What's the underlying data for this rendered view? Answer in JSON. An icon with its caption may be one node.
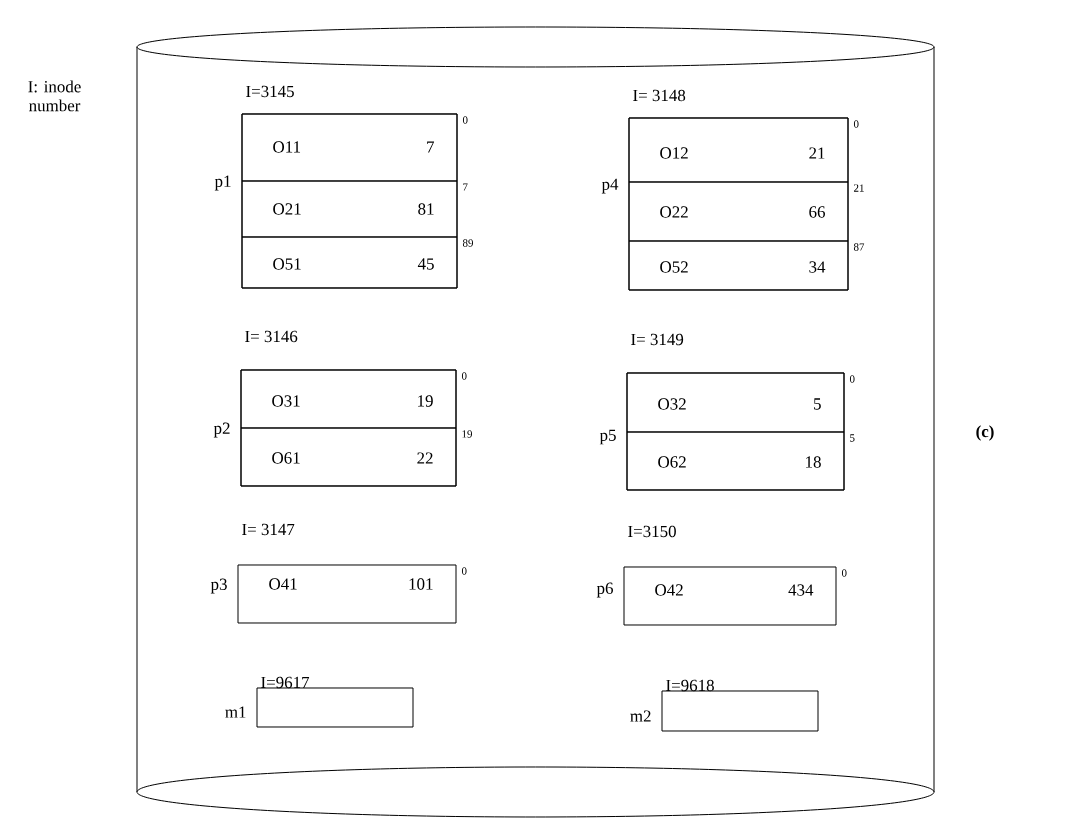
{
  "diagram": {
    "nodes": [
      {
        "text": [],
        "shape": "cylinder"
      },
      {
        "text": [
          "I=3145"
        ],
        "beside": [
          "p1",
          "0",
          "7",
          "89"
        ],
        "in": 0
      },
      {
        "text": [
          "O11",
          "7"
        ],
        "in": 1
      },
      {
        "text": [
          "O21",
          "81"
        ],
        "in": 1
      },
      {
        "text": [
          "O51",
          "45"
        ],
        "in": 1
      },
      {
        "text": [
          "I= 3148"
        ],
        "beside": [
          "p4",
          "0",
          "21",
          "87"
        ],
        "in": 0
      },
      {
        "text": [
          "O12",
          "21"
        ],
        "in": 5
      },
      {
        "text": [
          "O22",
          "66"
        ],
        "in": 5
      },
      {
        "text": [
          "O52",
          "34"
        ],
        "in": 5
      },
      {
        "text": [
          "I= 3146"
        ],
        "beside": [
          "p2",
          "0",
          "19"
        ],
        "in": 0
      },
      {
        "text": [
          "O31",
          "19"
        ],
        "in": 9
      },
      {
        "text": [
          "O61",
          "22"
        ],
        "in": 9
      },
      {
        "text": [
          "I= 3149"
        ],
        "beside": [
          "p5",
          "0",
          "5"
        ],
        "in": 0
      },
      {
        "text": [
          "O32",
          "5"
        ],
        "in": 12
      },
      {
        "text": [
          "O62",
          "18"
        ],
        "in": 12
      },
      {
        "text": [
          "I= 3147",
          "O41",
          "101"
        ],
        "beside": [
          "p3",
          "0"
        ],
        "in": 0
      },
      {
        "text": [
          "I=3150",
          "O42",
          "434"
        ],
        "beside": [
          "p6",
          "0"
        ],
        "in": 0
      },
      {
        "text": [
          "I=9617"
        ],
        "beside": [
          "m1"
        ],
        "in": 0
      },
      {
        "text": [
          "I=9618"
        ],
        "beside": [
          "m2"
        ],
        "in": 0
      }
    ],
    "labels": [
      "I: inode number",
      "(c)"
    ]
  }
}
